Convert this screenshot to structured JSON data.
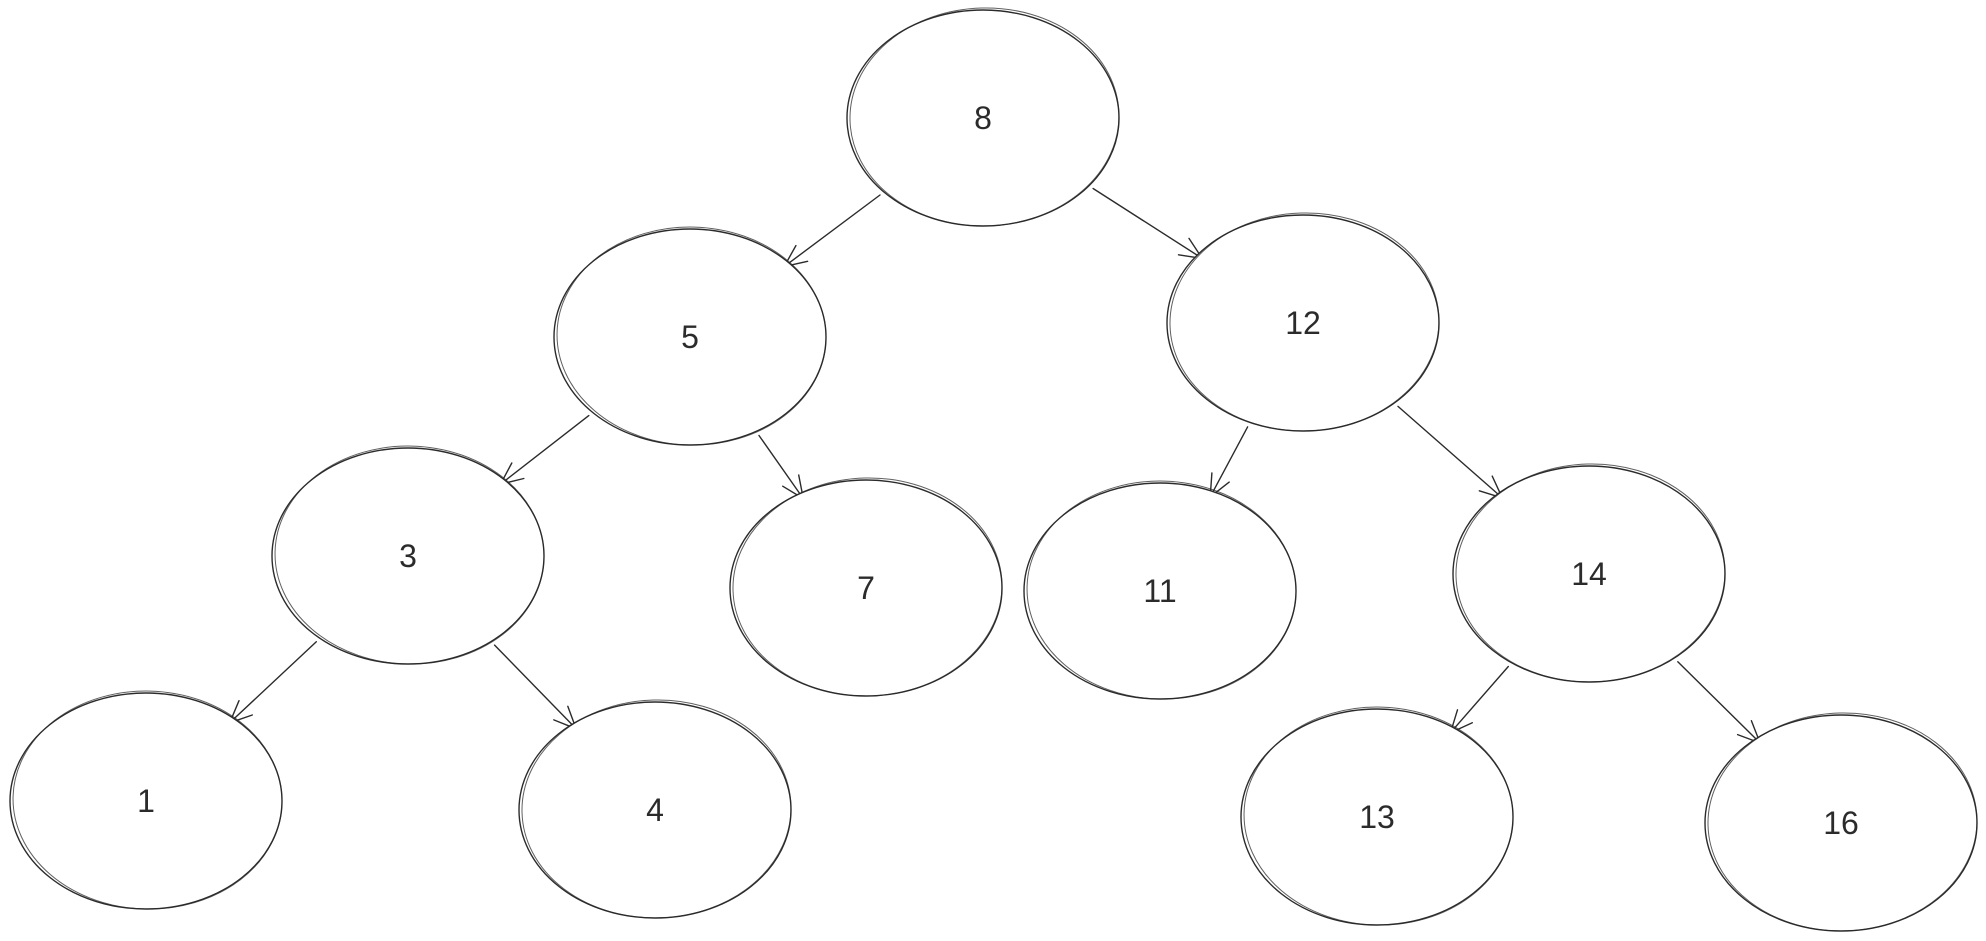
{
  "diagram": {
    "type": "binary-tree",
    "stroke_color": "#2b2b2b",
    "background_color": "#ffffff",
    "nodes": [
      {
        "id": "n8",
        "label": "8"
      },
      {
        "id": "n5",
        "label": "5"
      },
      {
        "id": "n12",
        "label": "12"
      },
      {
        "id": "n3",
        "label": "3"
      },
      {
        "id": "n7",
        "label": "7"
      },
      {
        "id": "n11",
        "label": "11"
      },
      {
        "id": "n14",
        "label": "14"
      },
      {
        "id": "n1",
        "label": "1"
      },
      {
        "id": "n4",
        "label": "4"
      },
      {
        "id": "n13",
        "label": "13"
      },
      {
        "id": "n16",
        "label": "16"
      }
    ],
    "edges": [
      {
        "from": "n8",
        "to": "n5"
      },
      {
        "from": "n8",
        "to": "n12"
      },
      {
        "from": "n5",
        "to": "n3"
      },
      {
        "from": "n5",
        "to": "n7"
      },
      {
        "from": "n12",
        "to": "n11"
      },
      {
        "from": "n12",
        "to": "n14"
      },
      {
        "from": "n3",
        "to": "n1"
      },
      {
        "from": "n3",
        "to": "n4"
      },
      {
        "from": "n14",
        "to": "n13"
      },
      {
        "from": "n14",
        "to": "n16"
      }
    ]
  }
}
